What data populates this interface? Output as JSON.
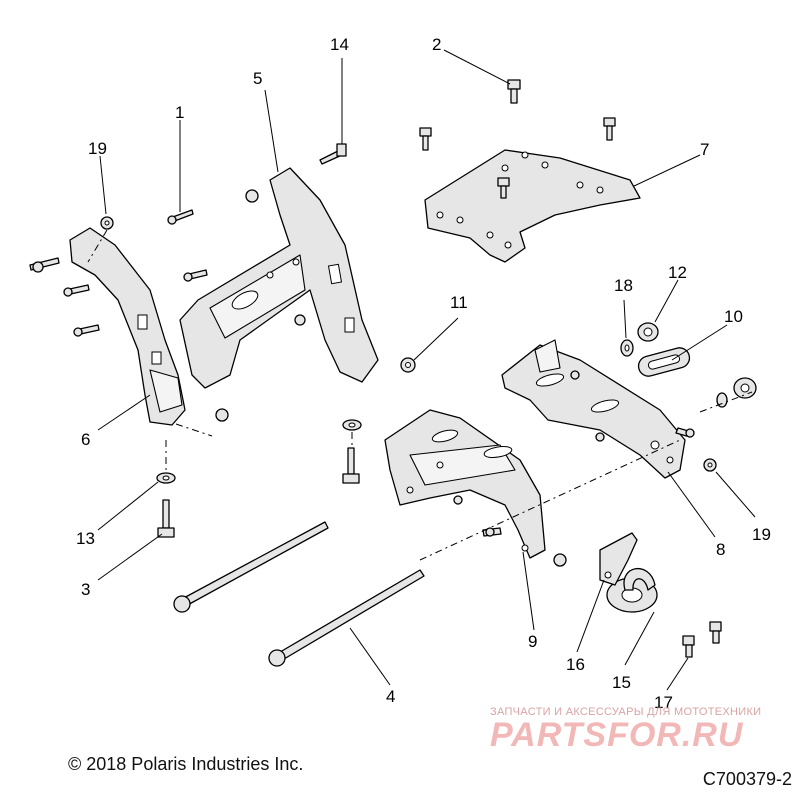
{
  "callouts": {
    "c1": "1",
    "c2": "2",
    "c3": "3",
    "c4": "4",
    "c5": "5",
    "c6": "6",
    "c7": "7",
    "c8": "8",
    "c9": "9",
    "c10": "10",
    "c11": "11",
    "c12": "12",
    "c13": "13",
    "c14": "14",
    "c15": "15",
    "c16": "16",
    "c17": "17",
    "c18": "18",
    "c19a": "19",
    "c19b": "19"
  },
  "footer": {
    "copyright": "© 2018 Polaris Industries Inc.",
    "drawing_code": "C700379-2"
  },
  "watermark": {
    "tagline": "ЗАПЧАСТИ И АКСЕССУАРЫ ДЛЯ МОТОТЕХНИКИ",
    "logo": "PARTSFOR.RU"
  },
  "colors": {
    "line": "#000000",
    "part_fill": "#e6e6e6",
    "watermark": "#f2b8b8"
  }
}
